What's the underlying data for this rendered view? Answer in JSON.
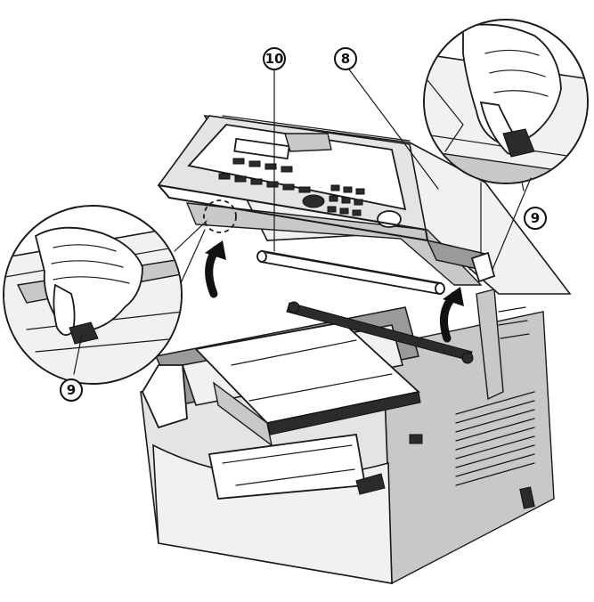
{
  "callouts": [
    {
      "id": "c10",
      "label": "10"
    },
    {
      "id": "c8",
      "label": "8"
    },
    {
      "id": "c9-right",
      "label": "9"
    },
    {
      "id": "c9-left",
      "label": "9"
    }
  ],
  "colors": {
    "line": "#1a1a1a",
    "body_fill": "#e4e4e4",
    "shadow_fill": "#9a9a9a",
    "background": "#ffffff"
  },
  "icons": [
    "hand-icon",
    "curved-arrow-icon",
    "dashed-circle-highlight"
  ]
}
